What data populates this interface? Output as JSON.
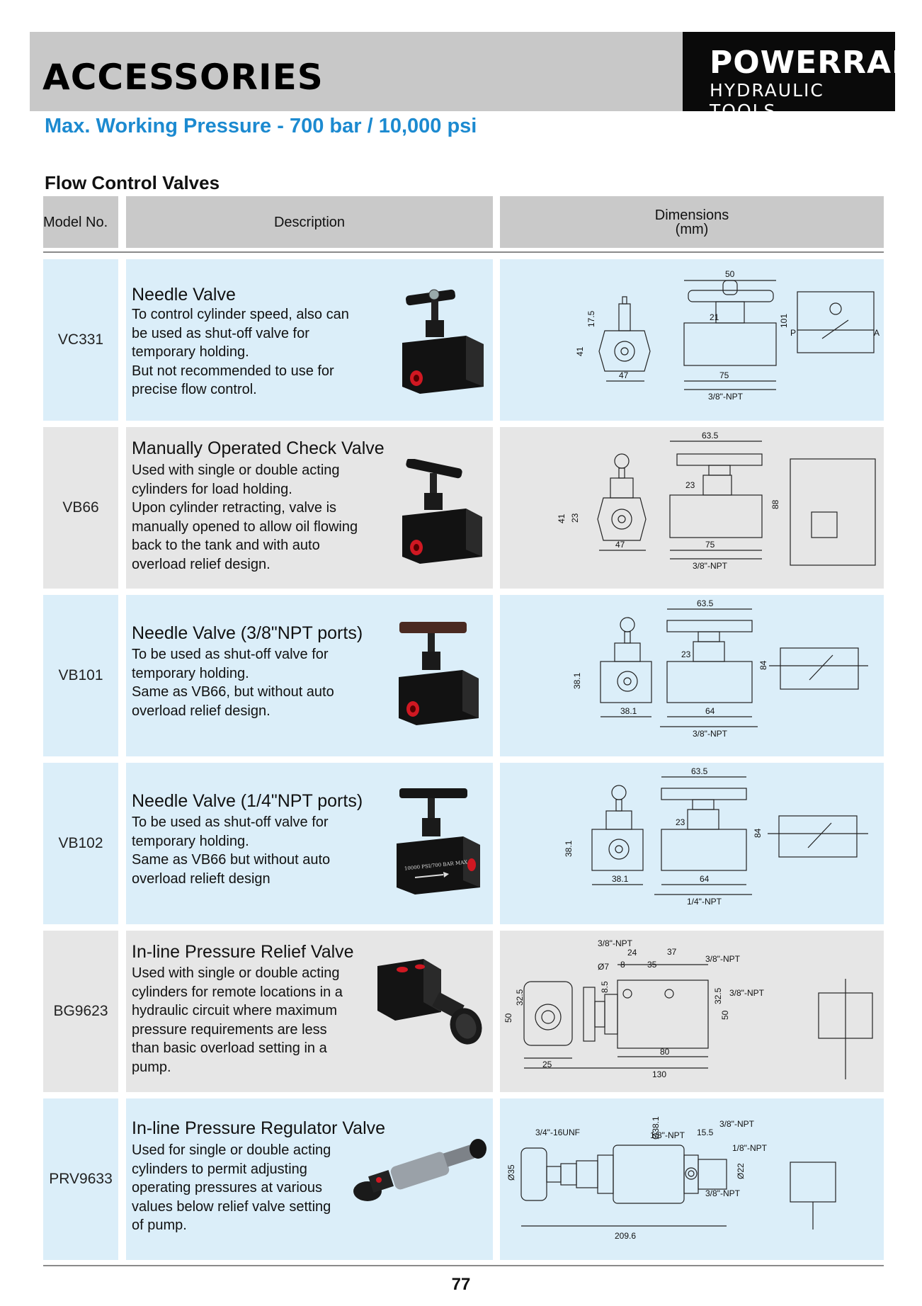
{
  "header": {
    "title": "ACCESSORIES",
    "brand": {
      "name": "POWERRAM",
      "tagline": "HYDRAULIC TOOLS"
    }
  },
  "subtitle": "Max. Working Pressure - 700 bar / 10,000 psi",
  "section_title": "Flow Control Valves",
  "table": {
    "headers": {
      "model": "Model No.",
      "description": "Description",
      "dimensions_1": "Dimensions",
      "dimensions_2": "(mm)"
    },
    "rows": [
      {
        "model": "VC331",
        "title": "Needle Valve",
        "lines": [
          "To control cylinder speed, also can",
          "be used as shut-off valve for",
          "temporary holding.",
          "But not recommended to use for",
          "precise flow control."
        ],
        "dims": {
          "a": "50",
          "b": "17.5",
          "c": "21",
          "d": "101",
          "e": "41",
          "f": "47",
          "g": "75",
          "port": "3/8\"-NPT",
          "p": "P",
          "a_port": "A"
        }
      },
      {
        "model": "VB66",
        "title": "Manually Operated Check Valve",
        "lines": [
          "Used with single or double acting",
          "cylinders for load holding.",
          "Upon cylinder retracting, valve is",
          "manually opened to allow oil flowing",
          "back to the tank and with auto",
          "overload relief design."
        ],
        "dims": {
          "a": "63.5",
          "b": "23",
          "c": "88",
          "d": "41",
          "e": "23",
          "f": "47",
          "g": "75",
          "port": "3/8\"-NPT"
        }
      },
      {
        "model": "VB101",
        "title": "Needle Valve (3/8\"NPT ports)",
        "lines": [
          "To be used as shut-off valve for",
          "temporary holding.",
          "Same as VB66, but without auto",
          "overload relief design."
        ],
        "dims": {
          "a": "63.5",
          "b": "23",
          "c": "84",
          "d": "38.1",
          "f": "38.1",
          "g": "64",
          "port": "3/8\"-NPT"
        }
      },
      {
        "model": "VB102",
        "title": "Needle Valve (1/4\"NPT ports)",
        "lines": [
          "To be used as shut-off valve for",
          "temporary holding.",
          "Same as VB66 but without auto",
          "overload relieft design"
        ],
        "photo_text": "10000 PSI/700 BAR MAX",
        "dims": {
          "a": "63.5",
          "b": "23",
          "c": "84",
          "d": "38.1",
          "f": "38.1",
          "g": "64",
          "port": "1/4\"-NPT"
        }
      },
      {
        "model": "BG9623",
        "title": "In-line Pressure Relief Valve",
        "lines": [
          "Used with single or double acting",
          "cylinders for remote locations in a",
          "hydraulic circuit where maximum",
          "pressure requirements are less",
          "than basic overload setting in a",
          "pump."
        ],
        "dims": {
          "port1": "3/8\"-NPT",
          "d24": "24",
          "d37": "37",
          "port2": "3/8\"-NPT",
          "o7": "Ø7",
          "d8": "8",
          "d35": "35",
          "d85": "8.5",
          "d50": "50",
          "d325": "32.5",
          "d325b": "32.5",
          "d50b": "50",
          "port3": "3/8\"-NPT",
          "d25": "25",
          "d80": "80",
          "d130": "130"
        }
      },
      {
        "model": "PRV9633",
        "title": "In-line Pressure Regulator Valve",
        "lines": [
          "Used for single or double acting",
          "cylinders to permit adjusting",
          "operating pressures at various",
          "values below relief valve setting",
          "of pump."
        ],
        "dims": {
          "unf": "3/4\"-16UNF",
          "o381": "Ø38.1",
          "npt18a": "1/8\"-NPT",
          "d155": "15.5",
          "npt38a": "3/8\"-NPT",
          "npt18b": "1/8\"-NPT",
          "o35": "Ø35",
          "o22": "Ø22",
          "npt38b": "3/8\"-NPT",
          "d2096": "209.6"
        }
      }
    ]
  },
  "page_number": "77"
}
